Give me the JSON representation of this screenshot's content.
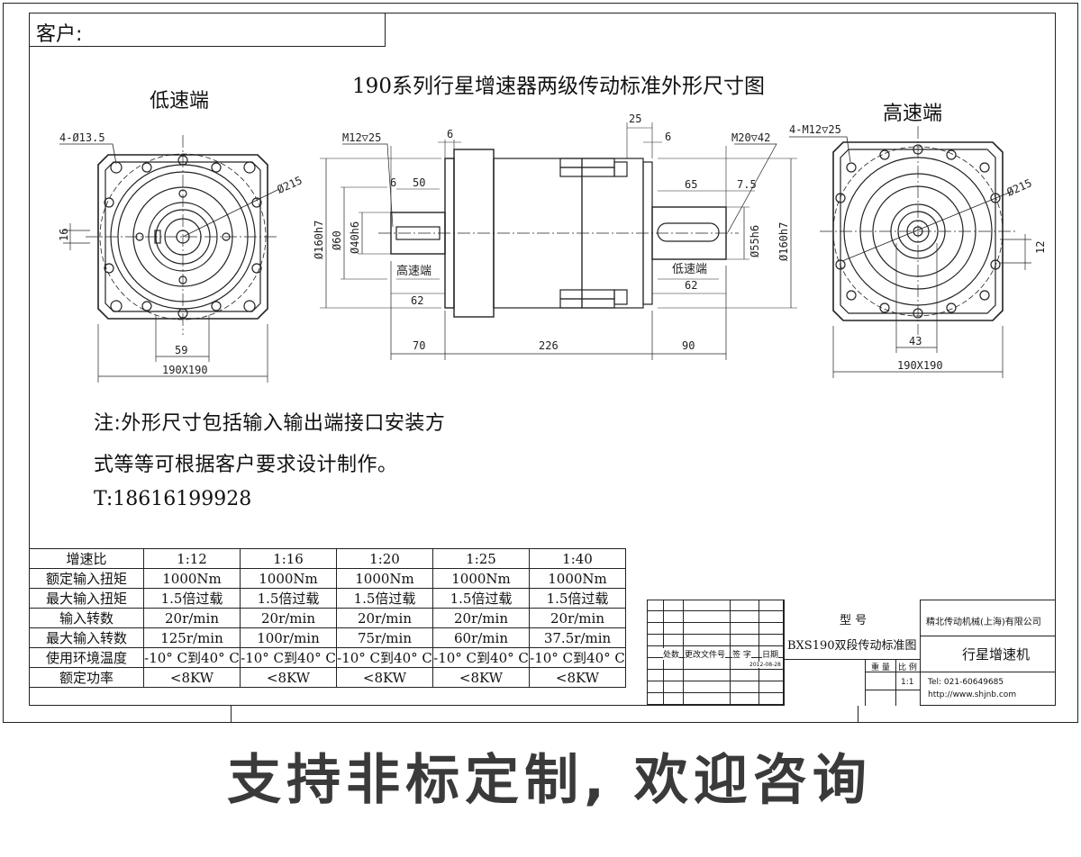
{
  "customer_label": "客户:",
  "drawing_title": "190系列行星增速器两级传动标准外形尺寸图",
  "low_speed_end_label": "低速端",
  "high_speed_end_label": "高速端",
  "dims": {
    "left_holes": "4-Ø13.5",
    "left_pcd": "Ø215",
    "left_key": "16",
    "left_59": "59",
    "left_190": "190X190",
    "m12_25": "M12▽25",
    "d6a": "6",
    "d6b": "6",
    "d50": "50",
    "d160h7_left": "Ø160h7",
    "d60": "Ø60",
    "d40h6": "Ø40h6",
    "high_speed_mid": "高速端",
    "d62_left": "62",
    "d25": "25",
    "d6c": "6",
    "m20_42": "M20▽42",
    "d65": "65",
    "d7_5": "7.5",
    "d55h6": "Ø55h6",
    "d160h7_right": "Ø160h7",
    "low_speed_mid": "低速端",
    "d62_right": "62",
    "d70": "70",
    "d226": "226",
    "d90": "90",
    "right_holes": "4-M12▽25",
    "right_pcd": "Ø215",
    "right_12": "12",
    "right_43": "43",
    "right_190": "190X190"
  },
  "note_line1": "注:外形尺寸包括输入输出端接口安装方",
  "note_line2": "式等等可根据客户要求设计制作。",
  "phone": "T:18616199928",
  "spec_table": {
    "rows": [
      {
        "label": "增速比",
        "values": [
          "1:12",
          "1:16",
          "1:20",
          "1:25",
          "1:40"
        ]
      },
      {
        "label": "额定输入扭矩",
        "values": [
          "1000Nm",
          "1000Nm",
          "1000Nm",
          "1000Nm",
          "1000Nm"
        ]
      },
      {
        "label": "最大输入扭矩",
        "values": [
          "1.5倍过载",
          "1.5倍过载",
          "1.5倍过载",
          "1.5倍过载",
          "1.5倍过载"
        ]
      },
      {
        "label": "输入转数",
        "values": [
          "20r/min",
          "20r/min",
          "20r/min",
          "20r/min",
          "20r/min"
        ]
      },
      {
        "label": "最大输入转数",
        "values": [
          "125r/min",
          "100r/min",
          "75r/min",
          "60r/min",
          "37.5r/min"
        ]
      },
      {
        "label": "使用环境温度",
        "values": [
          "-10° C到40° C",
          "-10° C到40° C",
          "-10° C到40° C",
          "-10° C到40° C",
          "-10° C到40° C"
        ]
      },
      {
        "label": "额定功率",
        "values": [
          "<8KW",
          "<8KW",
          "<8KW",
          "<8KW",
          "<8KW"
        ]
      }
    ]
  },
  "title_block": {
    "model_label": "型 号",
    "model_value": "BXS190双段传动标准图",
    "company": "精北传动机械(上海)有限公司",
    "product": "行星增速机",
    "rev_cols": [
      "处数",
      "更改文件号",
      "签 字",
      "日期"
    ],
    "date": "2012-08-28",
    "weight_label": "重 量",
    "scale_label": "比 例",
    "scale_value": "1:1",
    "tel": "Tel: 021-60649685",
    "url": "http://www.shjnb.com"
  },
  "slogan": "支持非标定制, 欢迎咨询"
}
